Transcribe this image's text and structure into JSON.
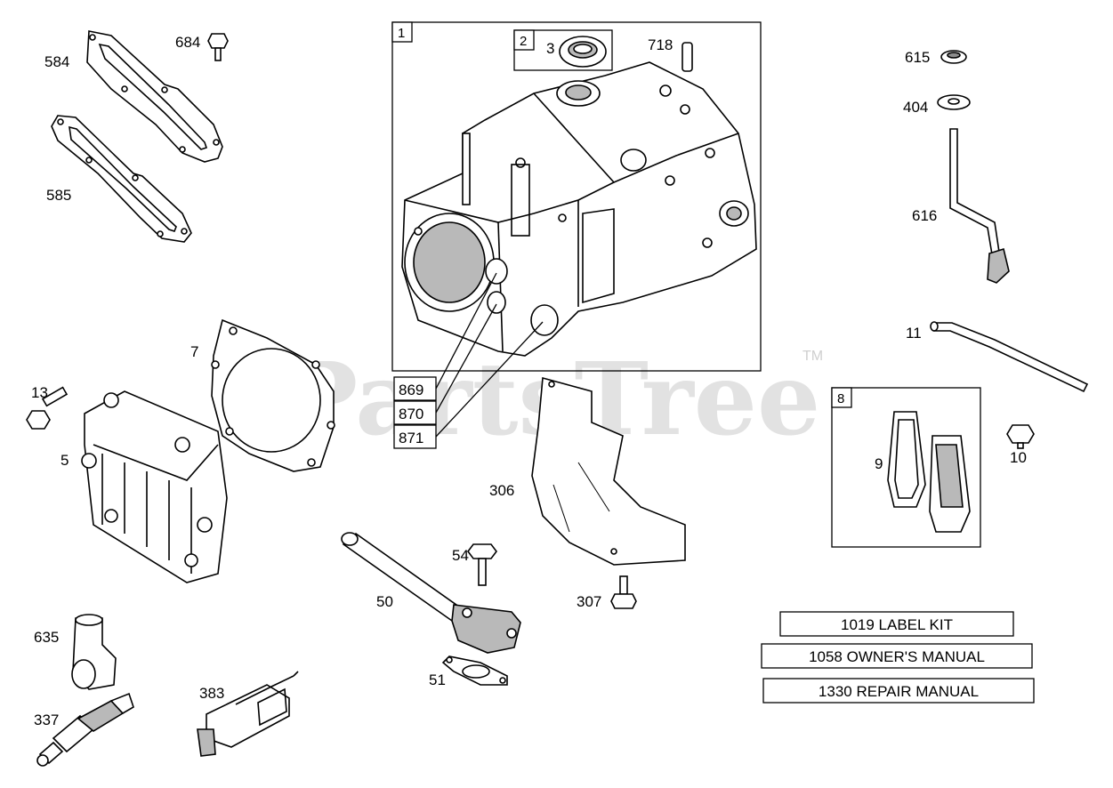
{
  "watermark": {
    "text": "PartsTree",
    "tm": "TM"
  },
  "callouts": {
    "p584": "584",
    "p684": "684",
    "p585": "585",
    "p718": "718",
    "p3": "3",
    "p615": "615",
    "p404": "404",
    "p616": "616",
    "p7": "7",
    "p13": "13",
    "p5": "5",
    "p11": "11",
    "p9": "9",
    "p10": "10",
    "p306": "306",
    "p54": "54",
    "p50": "50",
    "p307": "307",
    "p51": "51",
    "p635": "635",
    "p337": "337",
    "p383": "383"
  },
  "boxes": {
    "b1": "1",
    "b2": "2",
    "b8": "8",
    "b869": "869",
    "b870": "870",
    "b871": "871"
  },
  "kits": {
    "label_kit": "1019 LABEL KIT",
    "owners_manual": "1058 OWNER'S MANUAL",
    "repair_manual": "1330 REPAIR MANUAL"
  }
}
